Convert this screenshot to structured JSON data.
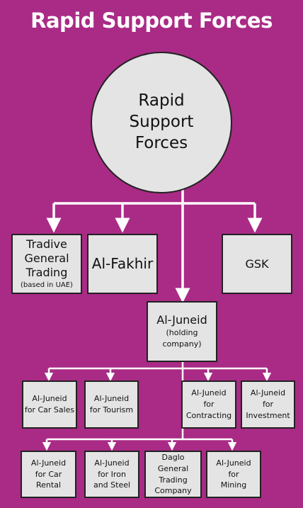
{
  "title": "Rapid Support Forces",
  "root": {
    "line1": "Rapid",
    "line2": "Support",
    "line3": "Forces"
  },
  "tier1": {
    "tradive": {
      "line1": "Tradive",
      "line2": "General",
      "line3": "Trading",
      "note": "(based in UAE)"
    },
    "alfakhir": {
      "label": "Al-Fakhir"
    },
    "gsk": {
      "label": "GSK"
    }
  },
  "juneid": {
    "label": "Al-Juneid",
    "sub1": "(holding",
    "sub2": "company)"
  },
  "subsidiaries_row1": [
    {
      "l1": "Al-Juneid",
      "l2": "for Car Sales",
      "l3": ""
    },
    {
      "l1": "Al-Juneid",
      "l2": "for Tourism",
      "l3": ""
    },
    {
      "l1": "Al-Juneid",
      "l2": "for",
      "l3": "Contracting"
    },
    {
      "l1": "Al-Juneid",
      "l2": "for",
      "l3": "Investment"
    }
  ],
  "subsidiaries_row2": [
    {
      "l1": "Al-Juneid",
      "l2": "for Car",
      "l3": "Rental"
    },
    {
      "l1": "Al-Juneid",
      "l2": "for Iron",
      "l3": "and Steel"
    },
    {
      "l1": "Daglo General",
      "l2": "Trading",
      "l3": "Company"
    },
    {
      "l1": "Al-Juneid",
      "l2": "for",
      "l3": "Mining"
    }
  ],
  "colors": {
    "background": "#a92b86",
    "box": "#e4e4e4",
    "connector": "#ffffff",
    "title": "#ffffff"
  }
}
